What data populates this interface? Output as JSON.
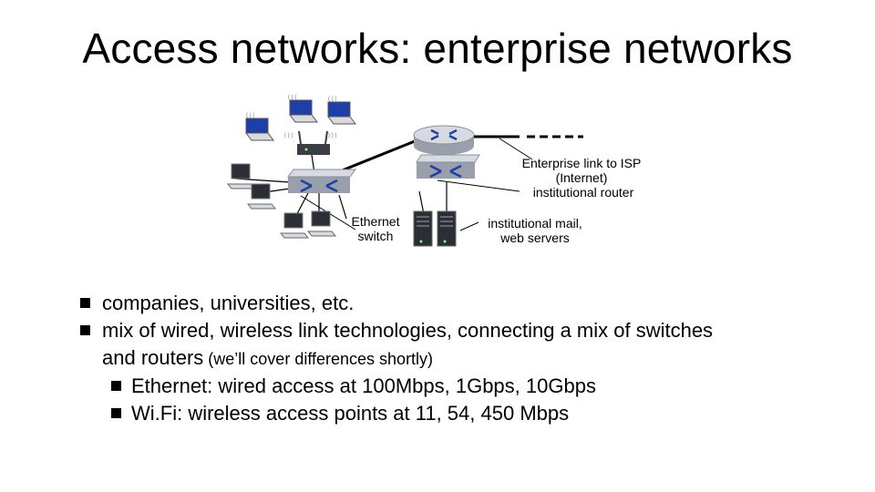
{
  "title": "Access networks: enterprise networks",
  "labels": {
    "isp_link": "Enterprise link to ISP (Internet)",
    "institutional_router": "institutional router",
    "ethernet_switch_1": "Ethernet",
    "ethernet_switch_2": "switch",
    "mail_servers_1": "institutional mail,",
    "mail_servers_2": "web servers"
  },
  "bullets": [
    {
      "text": "companies, universities, etc."
    },
    {
      "text": "mix of wired, wireless link technologies, connecting a mix of switches",
      "cont_main": "and routers",
      "cont_note": " (we’ll cover differences shortly)"
    }
  ],
  "sub_bullets": [
    "Ethernet: wired access at 100Mbps, 1Gbps, 10Gbps",
    "Wi.Fi: wireless access points at 11, 54, 450 Mbps"
  ],
  "colors": {
    "device_blue": "#1f3fa8",
    "device_gray": "#c9ccd3"
  }
}
